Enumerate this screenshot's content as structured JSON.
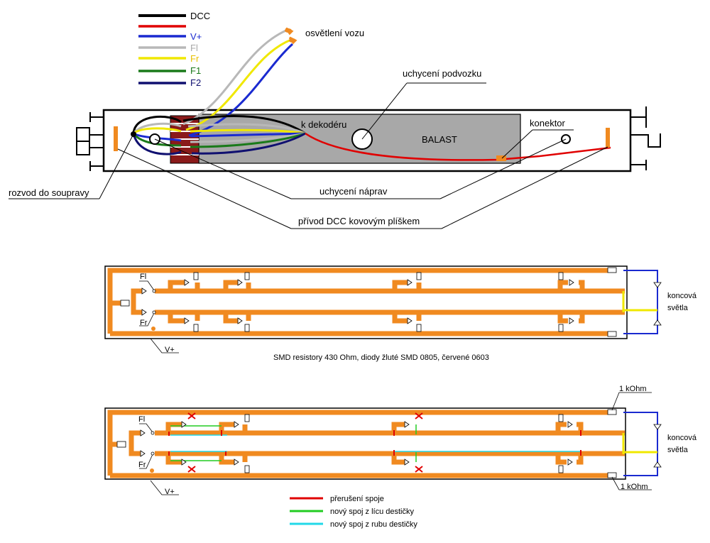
{
  "legend_top": {
    "items": [
      {
        "label": "DCC",
        "color": "#000000"
      },
      {
        "label": "V+",
        "color": "#1a2ad0"
      },
      {
        "label": "Fl",
        "color": "#b8b8b8"
      },
      {
        "label": "Fr",
        "color": "#f0e800"
      },
      {
        "label": "F1",
        "color": "#1a7a1a"
      },
      {
        "label": "F2",
        "color": "#101070"
      }
    ],
    "label_colors": [
      "#000000",
      "#1a2ad0",
      "#a8a8a8",
      "#e8c000",
      "#1a7a1a",
      "#101070"
    ],
    "dcc_line_color": "#e00000"
  },
  "top_diagram": {
    "labels": {
      "car_lights": "osvětlení vozu",
      "bogie_mount": "uchycení podvozku",
      "to_decoder": "k dekodéru",
      "ballast": "BALAST",
      "connector": "konektor",
      "train_distribution": "rozvod do soupravy",
      "axle_mount": "uchycení náprav",
      "dcc_supply": "přívod DCC kovovým plíškem"
    }
  },
  "pcb1": {
    "labels": {
      "fl": "Fl",
      "fr": "Fr",
      "vplus": "V+",
      "end_lights": [
        "koncová",
        "světla"
      ]
    },
    "caption": "SMD resistory 430 Ohm, diody žluté SMD 0805, červené 0603"
  },
  "pcb2": {
    "labels": {
      "fl": "Fl",
      "fr": "Fr",
      "vplus": "V+",
      "end_lights": [
        "koncová",
        "světla"
      ],
      "r_top": "1 kOhm",
      "r_bottom": "1 kOhm"
    }
  },
  "legend_bottom": {
    "items": [
      {
        "label": "přerušení spoje",
        "color": "#e00000"
      },
      {
        "label": "nový spoj z lícu destičky",
        "color": "#22cc22"
      },
      {
        "label": "nový spoj z rubu destičky",
        "color": "#22d8e8"
      }
    ]
  },
  "colors": {
    "trace": "#f08a20",
    "ballast": "#a8a8a8",
    "brown": "#8a1a1a",
    "blue": "#1a2ad0",
    "yellow": "#f0e800"
  }
}
